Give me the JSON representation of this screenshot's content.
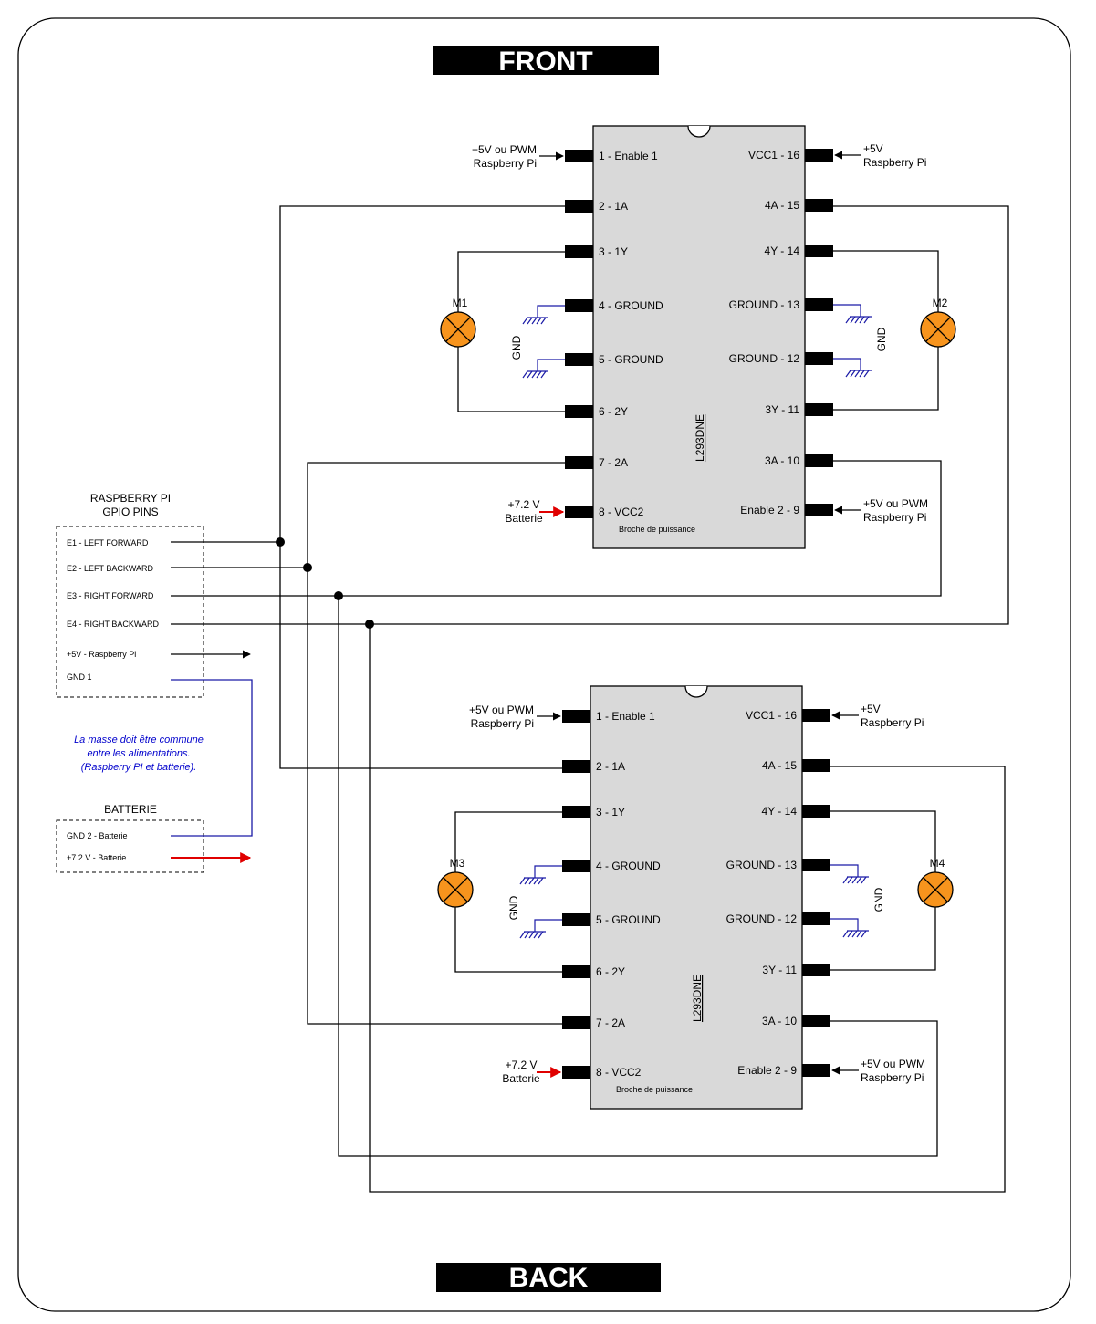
{
  "banners": {
    "front": "FRONT",
    "back": "BACK"
  },
  "chip": {
    "name": "L293DNE",
    "power_note": "Broche de puissance",
    "left_pins": [
      "1 - Enable 1",
      "2 - 1A",
      "3 - 1Y",
      "4 - GROUND",
      "5 - GROUND",
      "6 - 2Y",
      "7 - 2A",
      "8 - VCC2"
    ],
    "right_pins": [
      "VCC1 - 16",
      "4A - 15",
      "4Y - 14",
      "GROUND - 13",
      "GROUND - 12",
      "3Y - 11",
      "3A - 10",
      "Enable 2 - 9"
    ],
    "enable1_label": [
      "+5V ou PWM",
      "Raspberry Pi"
    ],
    "vcc1_label": [
      "+5V",
      "Raspberry Pi"
    ],
    "enable2_label": [
      "+5V ou PWM",
      "Raspberry Pi"
    ],
    "vcc2_label": [
      "+7.2 V",
      "Batterie"
    ],
    "gnd_label": "GND"
  },
  "motors": {
    "top_left": "M1",
    "top_right": "M2",
    "bottom_left": "M3",
    "bottom_right": "M4"
  },
  "gpio": {
    "title": [
      "RASPBERRY PI",
      "GPIO PINS"
    ],
    "pins": [
      "E1 - LEFT FORWARD",
      "E2 - LEFT BACKWARD",
      "E3 - RIGHT FORWARD",
      "E4 - RIGHT BACKWARD",
      "+5V - Raspberry Pi",
      "GND 1"
    ]
  },
  "note": [
    "La masse doit être commune",
    "entre les alimentations.",
    "(Raspberry PI et batterie)."
  ],
  "battery": {
    "title": "BATTERIE",
    "pins": [
      "GND 2 - Batterie",
      "+7.2 V - Batterie"
    ]
  },
  "colors": {
    "chip_fill": "#d9d9d9",
    "motor_fill": "#f7941d",
    "ground_wire": "#1a1aa6",
    "power_wire": "#e00000"
  }
}
